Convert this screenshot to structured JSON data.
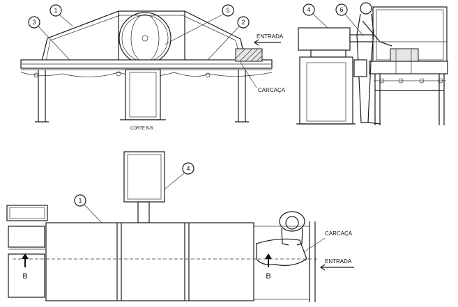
{
  "balloons": {
    "b1_top": "1",
    "b2_top": "2",
    "b3_top": "3",
    "b4_top": "4",
    "b5_top": "5",
    "b6_top": "6",
    "b4_bottom": "4",
    "b1_bottom": "1"
  },
  "labels": {
    "entrada_top": "ENTRADA",
    "carcaca_top": "CARCAÇA",
    "corte_bb": "CORTE B-B",
    "carcaca_bottom": "CARCAÇA",
    "entrada_bottom": "ENTRADA",
    "section_b_left": "B",
    "section_b_right": "B"
  }
}
